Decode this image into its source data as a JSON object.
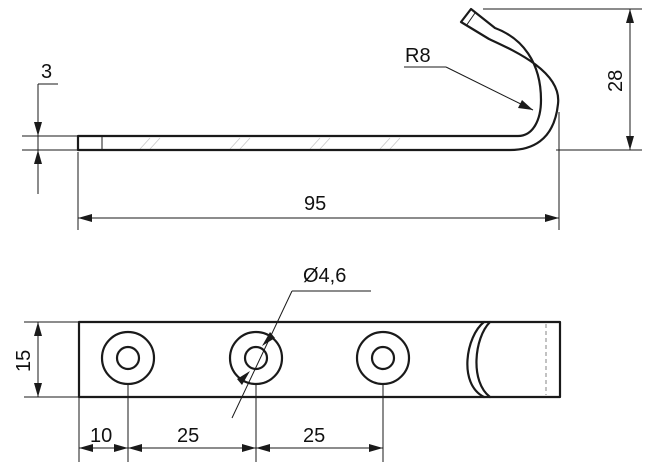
{
  "dimensions": {
    "side_view": {
      "thickness": "3",
      "radius": "R8",
      "height": "28",
      "length": "95"
    },
    "top_view": {
      "hole_diameter": "Ø4,6",
      "width": "15",
      "edge_to_first_hole": "10",
      "hole_pitch_1": "25",
      "hole_pitch_2": "25"
    }
  }
}
